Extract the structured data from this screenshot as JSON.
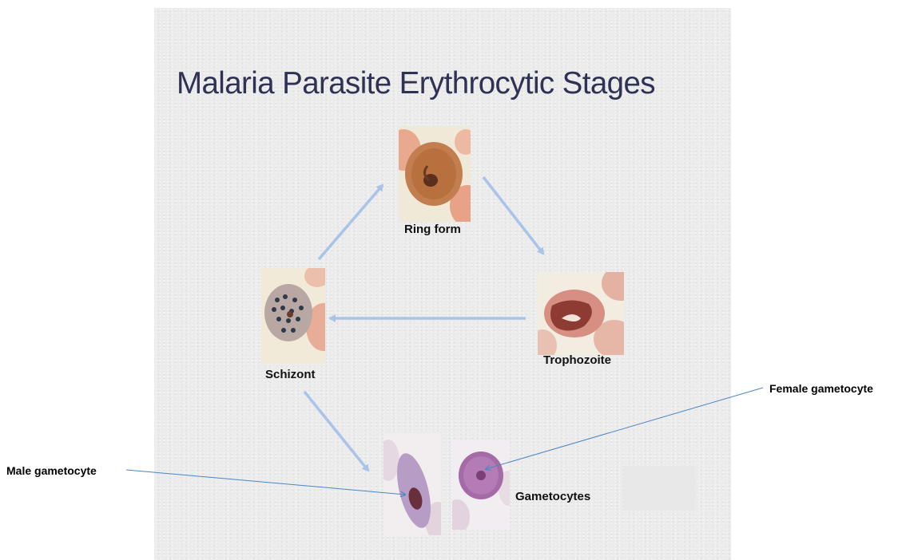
{
  "title": "Malaria Parasite Erythrocytic Stages",
  "stages": {
    "ring_form": "Ring form",
    "trophozoite": "Trophozoite",
    "schizont": "Schizont",
    "gametocytes": "Gametocytes"
  },
  "callouts": {
    "male": "Male gametocyte",
    "female": "Female gametocyte"
  },
  "colors": {
    "title": "#2f3254",
    "cycle_arrow": "#a9c4e8",
    "callout_line": "#4a86c8",
    "slide_background": "#ebebeb"
  }
}
